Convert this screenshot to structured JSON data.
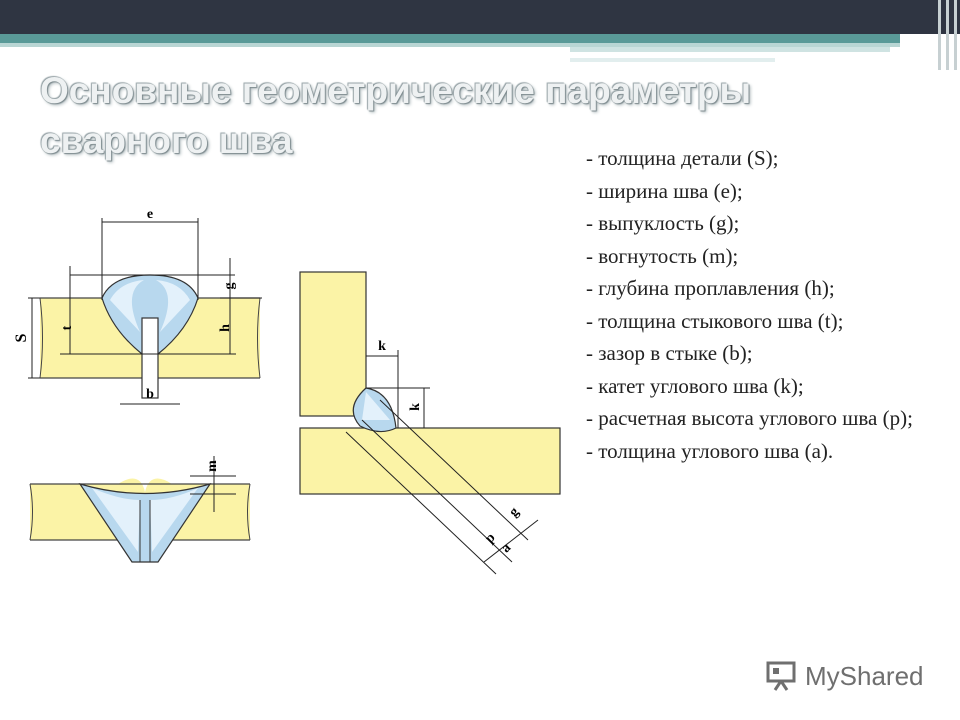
{
  "title": {
    "line1": "Основные геометрические параметры",
    "line2": "сварного шва"
  },
  "parameters": [
    "- толщина детали (S);",
    "- ширина шва (е);",
    "- выпуклость (g);",
    "- вогнутость (m);",
    "- глубина проплавления (h);",
    "- толщина стыкового шва (t);",
    "- зазор в стыке (b);",
    "- катет углового шва (k);",
    "- расчетная высота углового шва (p);",
    "- толщина углового шва (a)."
  ],
  "diagram_labels": {
    "e": "e",
    "g": "g",
    "S": "S",
    "t": "t",
    "h": "h",
    "b": "b",
    "m": "m",
    "k": "k",
    "p": "p",
    "a": "a"
  },
  "logo": {
    "text": "MyShared"
  },
  "colors": {
    "plate": "#fbf3a6",
    "weld": "#b8d8ee",
    "accent": "#5a9a98",
    "topbar": "#2f3542"
  }
}
